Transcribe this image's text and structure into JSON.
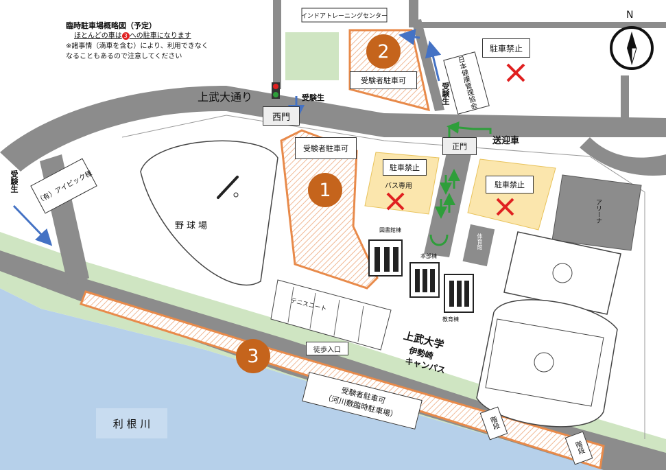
{
  "notes": {
    "title": "臨時駐車場概略図（予定）",
    "line1_a": "ほとんどの車は",
    "line1_num": "3",
    "line1_b": "への駐車になります",
    "line2": "※諸事情（満車を含む）により、利用できなく",
    "line3": "なることもあるので注意してください"
  },
  "north": "N",
  "roads": {
    "main_street": "上武大通り",
    "pickup": "送迎車"
  },
  "gates": {
    "west": "西門",
    "main": "正門",
    "walk": "徒歩入口"
  },
  "buildings": {
    "indoor_training": "インドアトレーニングセンター",
    "japan_health": "日本健康管理協会",
    "aipic": "（有）アイピック様",
    "baseball": "野球場",
    "library": "図書館棟",
    "main_bldg": "本部棟",
    "edu_bldg": "教育棟",
    "gym": "体育館",
    "arena": "アリーナ",
    "tennis": "テニスコート",
    "university_1": "上武大学",
    "university_2": "伊勢崎",
    "university_3": "キャンパス"
  },
  "parking": {
    "p1": {
      "num": "1",
      "label": "受験者駐車可"
    },
    "p2": {
      "num": "2",
      "label": "受験者駐車可"
    },
    "p3": {
      "num": "3",
      "label": "受験者駐車可",
      "sub": "（河川敷臨時駐車場）"
    }
  },
  "no_parking": {
    "label": "駐車禁止",
    "bus_only": "バス専用"
  },
  "students": "受験生",
  "river": "利 根 川",
  "stairs": "階段",
  "colors": {
    "parking_orange": "#e88a4a",
    "circle_fill": "#c5641c",
    "arrow_blue": "#4472c4",
    "arrow_green": "#2e9e3a",
    "no_parking_yellow": "#fbe6ad",
    "river_blue": "#b6d0ea",
    "road_gray": "#8c8c8c",
    "grass_green": "#cfe5c2",
    "cross_red": "#e02020"
  }
}
